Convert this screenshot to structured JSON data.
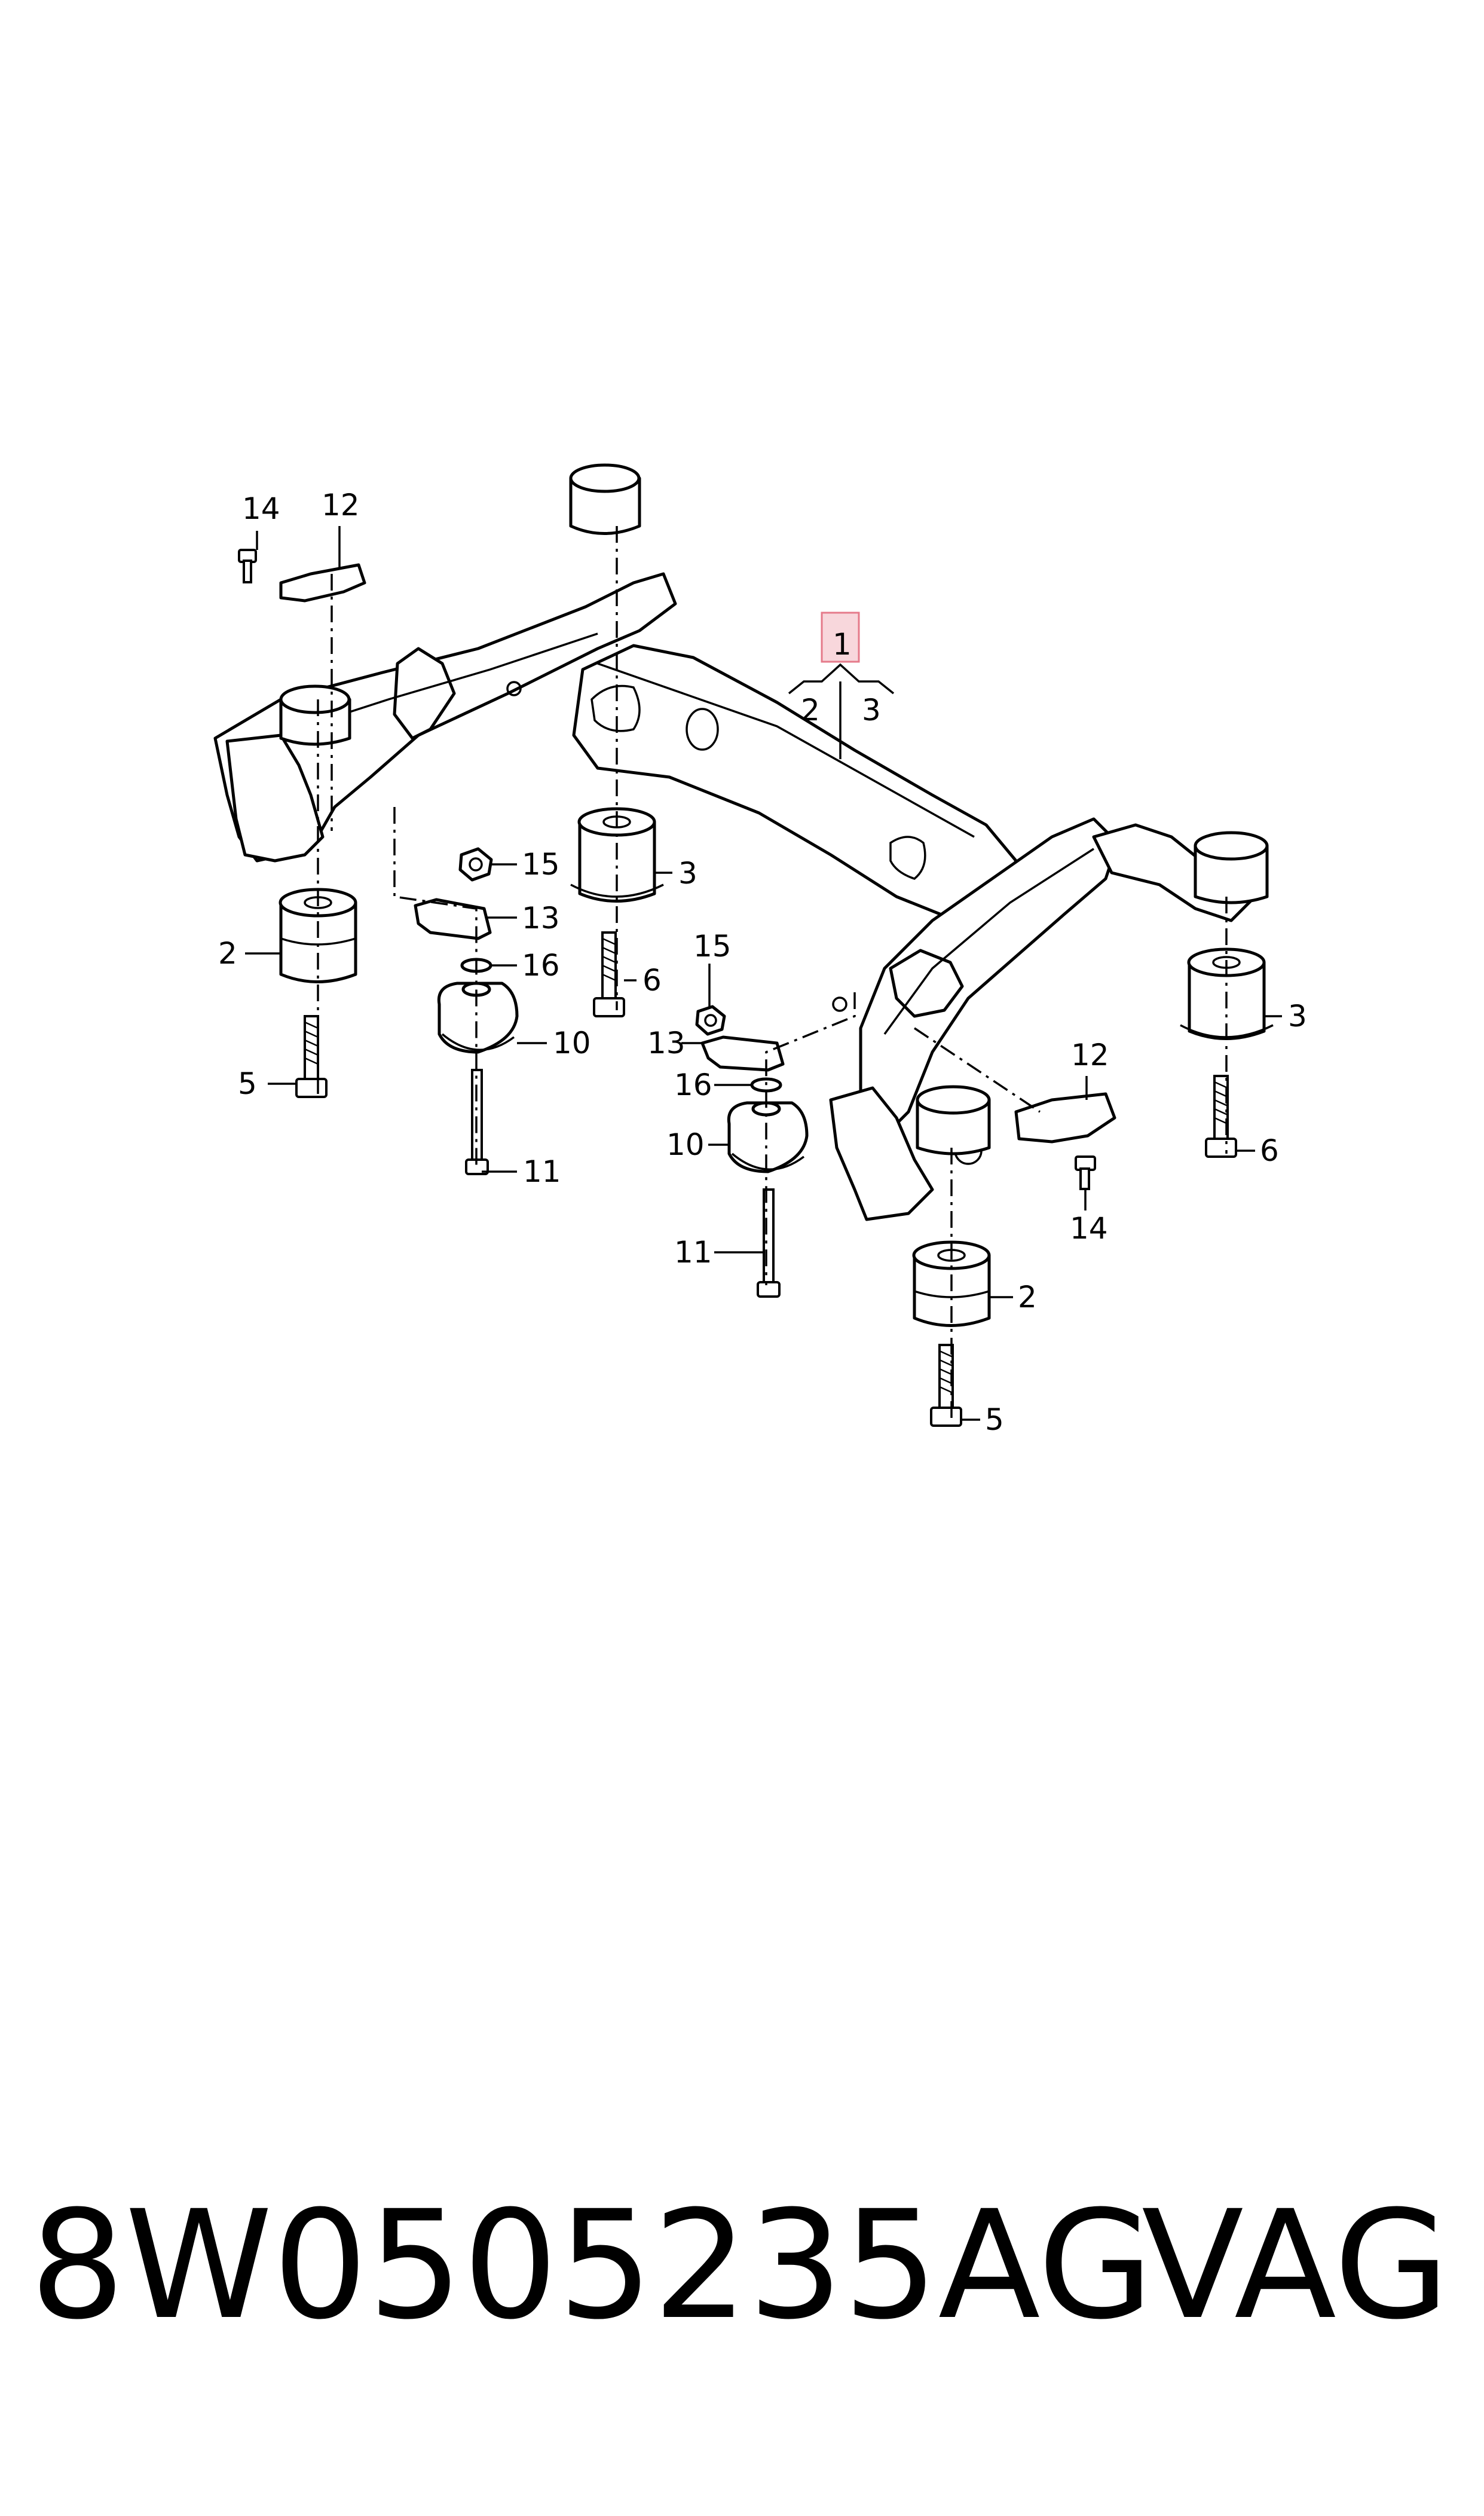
{
  "callouts": {
    "main_assembly": "1",
    "sub_a": "2",
    "sub_b": "3",
    "left_rear_bush": "2",
    "left_rear_bolt": "5",
    "left_front_bush": "3",
    "left_front_bolt": "6",
    "left_screw_top": "14",
    "left_bracket_top": "12",
    "left_nut": "15",
    "left_bracket": "13",
    "left_washer": "16",
    "left_mount": "10",
    "left_mount_bolt": "11",
    "right_nut": "15",
    "right_bracket": "13",
    "right_washer": "16",
    "right_mount": "10",
    "right_mount_bolt": "11",
    "right_bracket_top": "12",
    "right_screw": "14",
    "right_front_bush": "3",
    "right_front_bolt": "6",
    "right_rear_bush": "2",
    "right_rear_bolt": "5"
  },
  "footer": {
    "part_number": "8W0505235AG",
    "brand": "VAG"
  },
  "colors": {
    "highlight_fill": "#f8d7dc",
    "highlight_stroke": "#e57a8a",
    "line": "#000000"
  }
}
